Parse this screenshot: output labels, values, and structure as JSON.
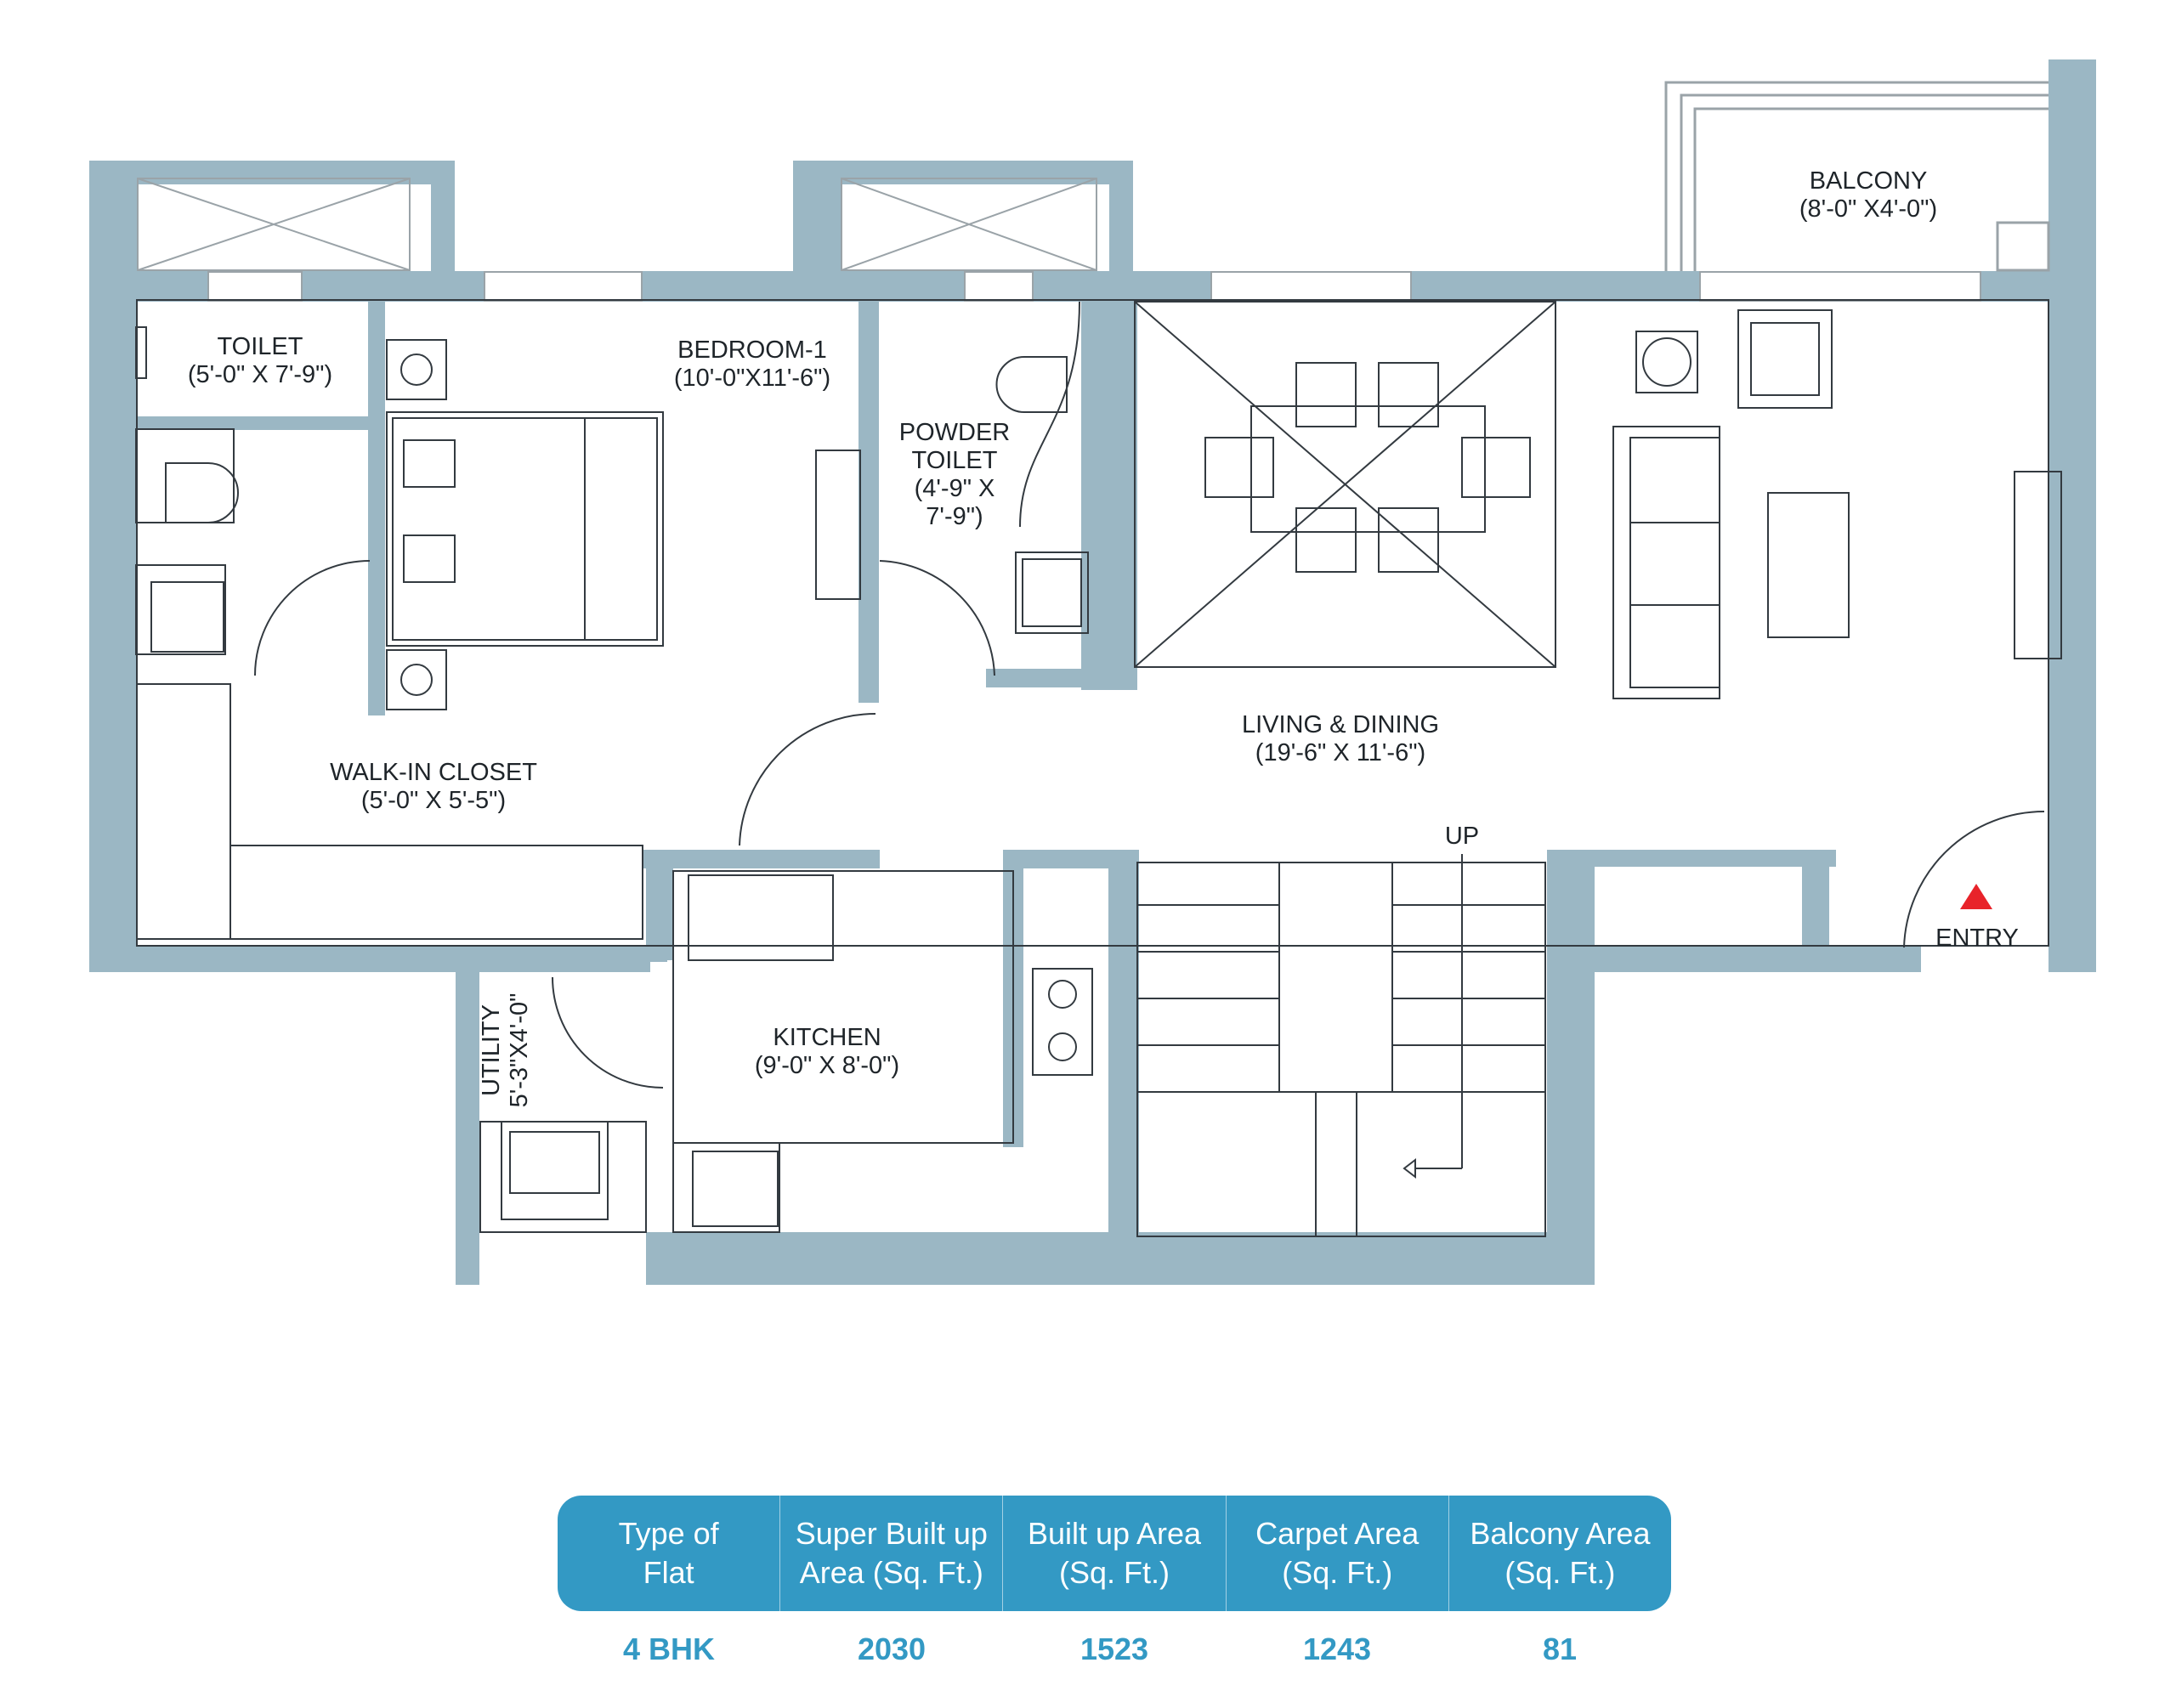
{
  "colors": {
    "wall": "#9bb7c4",
    "line": "#333a40",
    "accent": "#3399c4",
    "entry": "#e8232a"
  },
  "rooms": {
    "toilet": {
      "name": "TOILET",
      "dim": "(5'-0\" X 7'-9\")"
    },
    "bedroom1": {
      "name": "BEDROOM-1",
      "dim": "(10'-0\"X11'-6\")"
    },
    "powder_toilet": {
      "name_line1": "POWDER",
      "name_line2": "TOILET",
      "dim_line1": "(4'-9\" X",
      "dim_line2": "7'-9\")"
    },
    "balcony": {
      "name": "BALCONY",
      "dim": "(8'-0\" X4'-0\")"
    },
    "living_dining": {
      "name": "LIVING & DINING",
      "dim": "(19'-6\" X 11'-6\")"
    },
    "walk_in_closet": {
      "name": "WALK-IN CLOSET",
      "dim": "(5'-0\" X 5'-5\")"
    },
    "kitchen": {
      "name": "KITCHEN",
      "dim": "(9'-0\" X 8'-0\")"
    },
    "utility": {
      "name": "UTILITY",
      "dim": "5'-3\"X4'-0\""
    }
  },
  "labels": {
    "stair_up": "UP",
    "entry": "ENTRY"
  },
  "area_table": {
    "headers": [
      "Type of\nFlat",
      "Super Built up\nArea (Sq. Ft.)",
      "Built up Area\n(Sq. Ft.)",
      "Carpet Area\n(Sq. Ft.)",
      "Balcony Area\n(Sq. Ft.)"
    ],
    "values": [
      "4 BHK",
      "2030",
      "1523",
      "1243",
      "81"
    ]
  }
}
